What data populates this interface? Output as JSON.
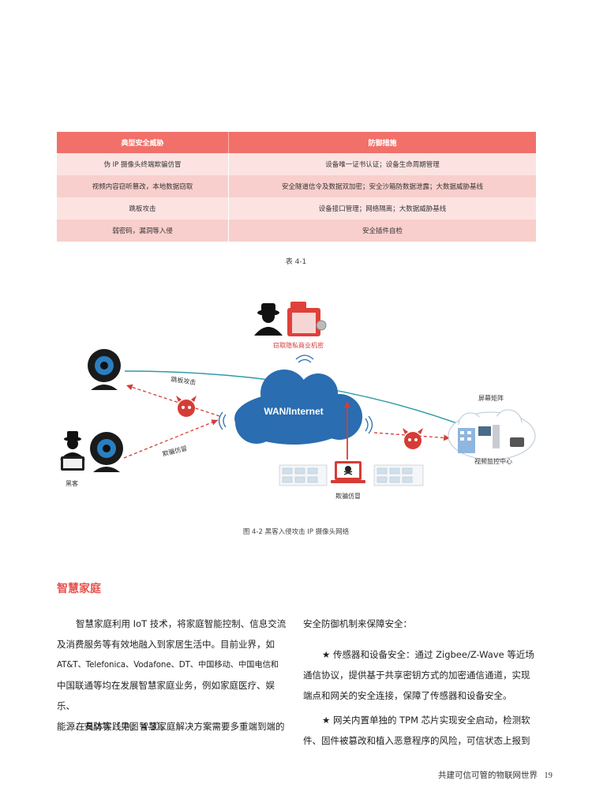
{
  "table": {
    "headers": [
      "典型安全威胁",
      "防御措施"
    ],
    "rows": [
      [
        "伪 IP 摄像头终端欺骗仿冒",
        "设备唯一证书认证；设备生命周期管理"
      ],
      [
        "视频内容窃听篡改，本地数据窃取",
        "安全隧道信令及数据双加密；安全沙箱防数据泄露；大数据威胁基线"
      ],
      [
        "跳板攻击",
        "设备接口管理；网络隔离；大数据威胁基线"
      ],
      [
        "弱密码，漏洞等入侵",
        "安全插件自检"
      ]
    ],
    "caption": "表 4-1"
  },
  "diagram": {
    "cloud_label": "WAN/Internet",
    "steal_label": "窃取隐私商业机密",
    "jump_attack_label": "跳板攻击",
    "spoof_label_left": "欺骗仿冒",
    "spoof_label_bottom": "欺骗仿冒",
    "hacker_label": "黑客",
    "screen_label": "屏幕矩阵",
    "center_label": "视频监控中心",
    "caption": "图 4-2 黑客入侵攻击 IP 摄像头网络"
  },
  "section": {
    "title": "智慧家庭",
    "left_p1": [
      "智慧家庭利用 IoT 技术，将家庭智能控制、信息交流",
      "及消费服务等有效地融入到家居生活中。目前业界，如",
      "AT&T、Telefonica、Vodafone、DT、中国移动、中国电信和",
      "中国联通等均在发展智慧家庭业务，例如家庭医疗、娱乐、",
      "能源、安防等（见图 4-3）。"
    ],
    "left_p2": [
      "在具体实践中，智慧家庭解决方案需要多重端到端的"
    ],
    "right_p1": [
      "安全防御机制来保障安全："
    ],
    "right_p2": [
      "★ 传感器和设备安全：通过 Zigbee/Z-Wave 等近场",
      "通信协议，提供基于共享密钥方式的加密通信通道，实现",
      "端点和网关的安全连接，保障了传感器和设备安全。"
    ],
    "right_p3": [
      "★ 网关内置单独的 TPM 芯片实现安全启动，检测软",
      "件、固件被篡改和植入恶意程序的风险，可信状态上报到"
    ]
  },
  "footer": {
    "text": "共建可信可管的物联网世界",
    "page": "19"
  }
}
